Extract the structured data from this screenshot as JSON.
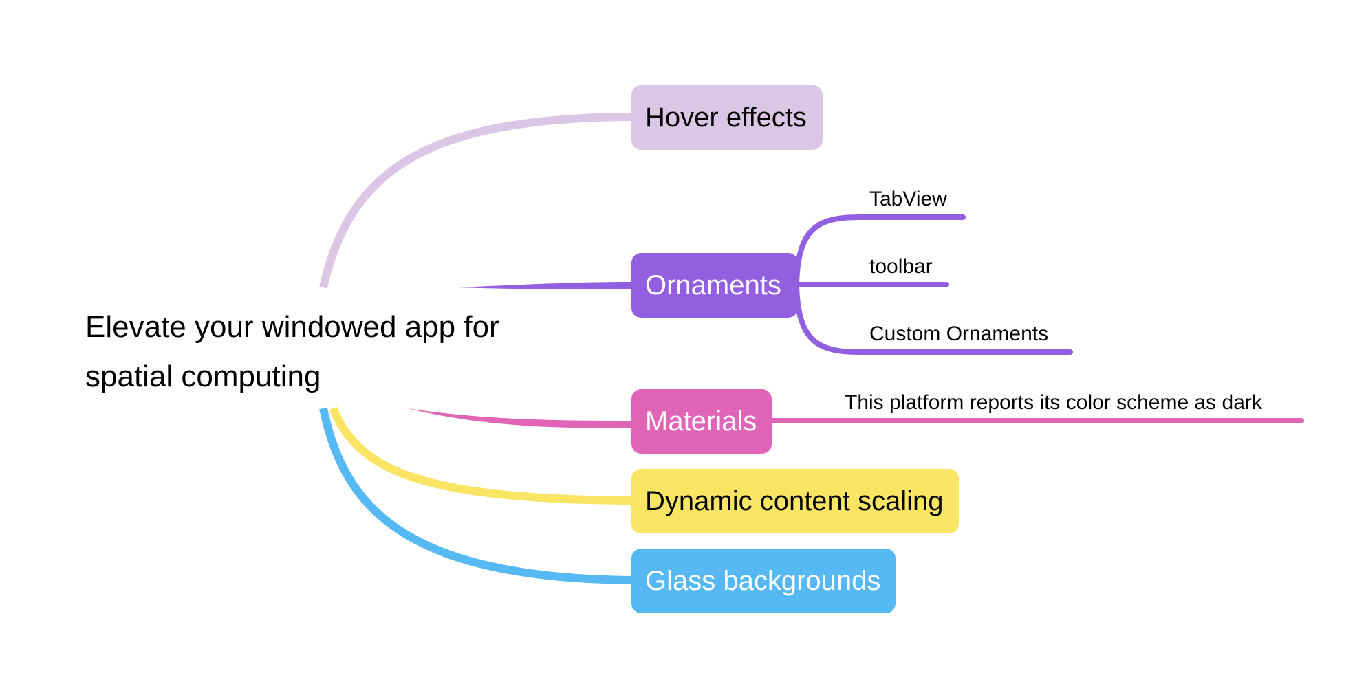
{
  "root": {
    "title_line1": "Elevate your windowed app for",
    "title_line2": "spatial computing"
  },
  "branches": [
    {
      "id": "hover",
      "label": "Hover effects",
      "color": "#dcc6e6",
      "text_color": "#000000"
    },
    {
      "id": "ornaments",
      "label": "Ornaments",
      "color": "#925fe0",
      "text_color": "#ffffff",
      "children": [
        {
          "label": "TabView"
        },
        {
          "label": "toolbar"
        },
        {
          "label": "Custom Ornaments"
        }
      ]
    },
    {
      "id": "materials",
      "label": "Materials",
      "color": "#e065b6",
      "text_color": "#ffffff",
      "children": [
        {
          "label": "This platform reports its color scheme as dark"
        }
      ]
    },
    {
      "id": "scaling",
      "label": "Dynamic content scaling",
      "color": "#f9e463",
      "text_color": "#000000"
    },
    {
      "id": "glass",
      "label": "Glass backgrounds",
      "color": "#56b9f4",
      "text_color": "#ffffff"
    }
  ]
}
